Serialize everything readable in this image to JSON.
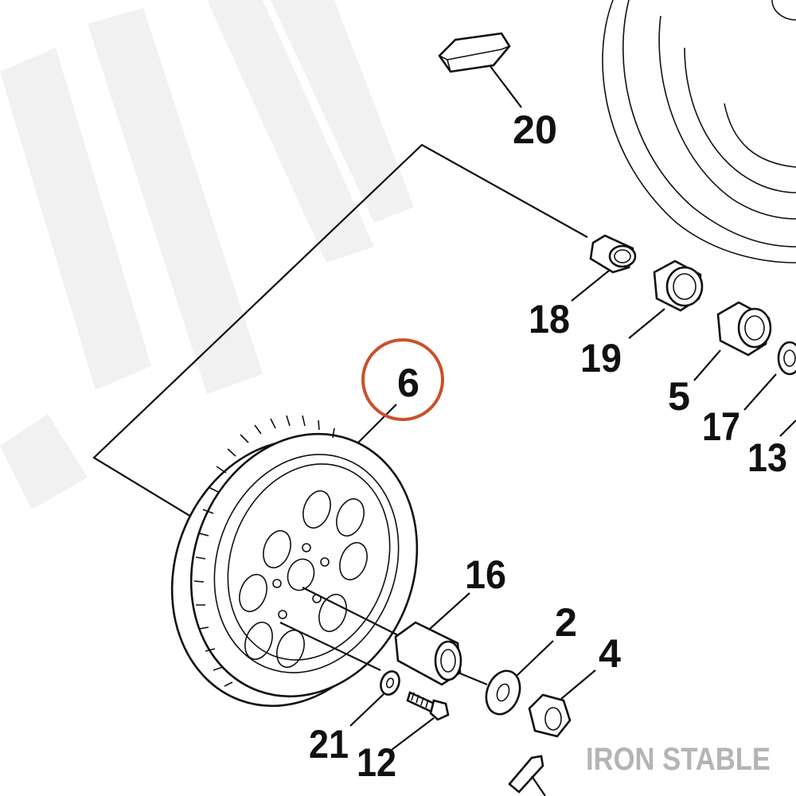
{
  "diagram": {
    "labels": {
      "p20": "20",
      "p18": "18",
      "p19": "19",
      "p5": "5",
      "p17": "17",
      "p13": "13",
      "p6": "6",
      "p16": "16",
      "p2": "2",
      "p4": "4",
      "p21": "21",
      "p12": "12"
    },
    "highlighted_part": "6",
    "brand": "IRON STABLE",
    "colors": {
      "highlight_circle": "#c8512b",
      "line": "#111111",
      "watermark": "#f1f1f1",
      "brand_text": "#b4b4b4"
    }
  }
}
